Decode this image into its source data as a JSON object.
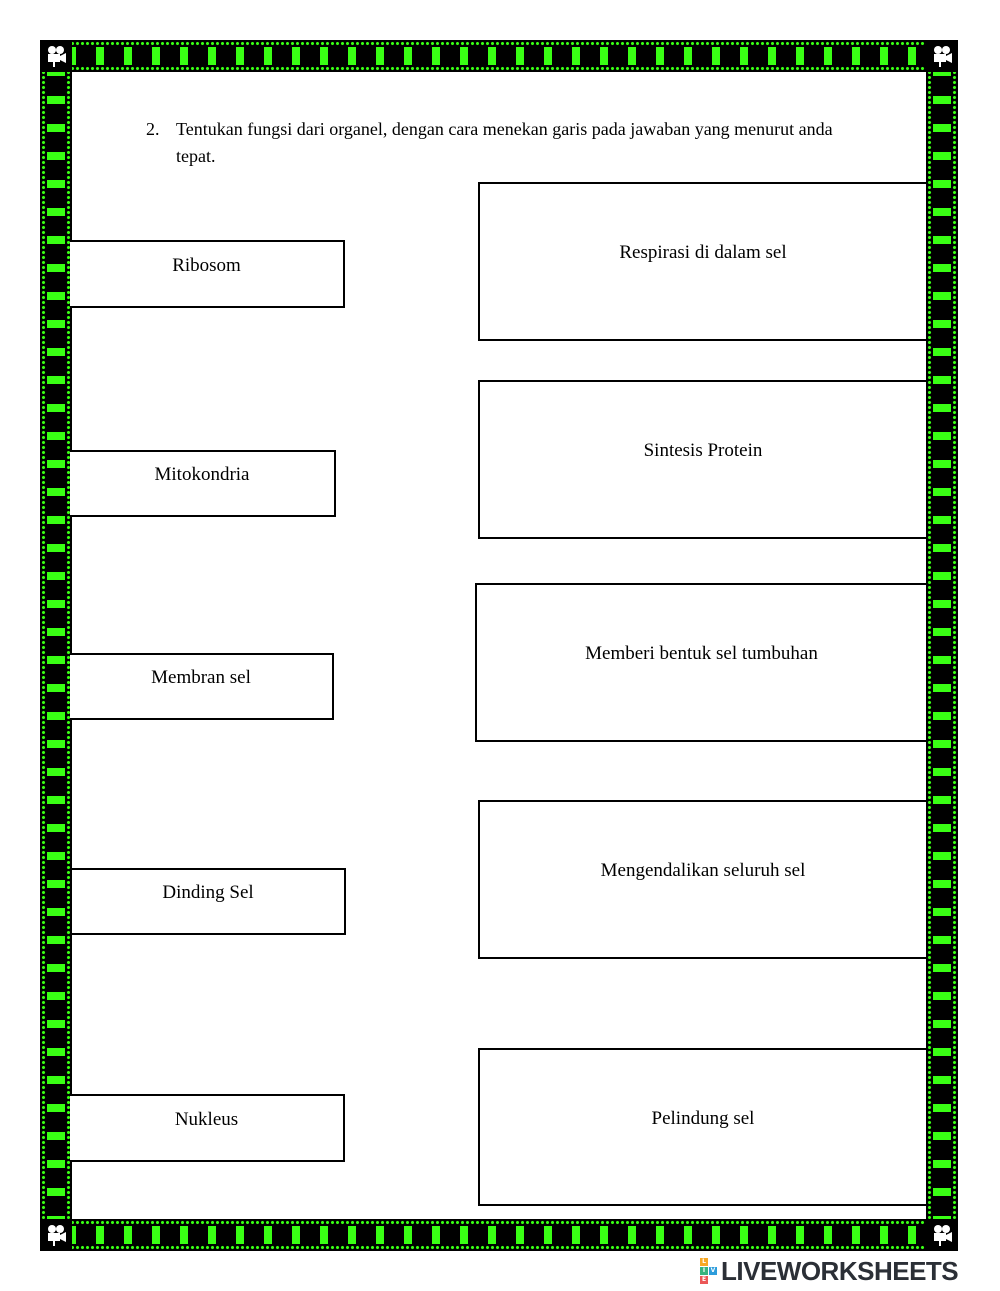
{
  "instruction": {
    "number": "2.",
    "text": "Tentukan fungsi dari organel, dengan cara menekan garis pada jawaban yang menurut anda tepat."
  },
  "organelles": [
    {
      "label": "Ribosom"
    },
    {
      "label": "Mitokondria"
    },
    {
      "label": "Membran sel"
    },
    {
      "label": "Dinding Sel"
    },
    {
      "label": "Nukleus"
    }
  ],
  "functions": [
    {
      "label": "Respirasi di dalam sel"
    },
    {
      "label": "Sintesis Protein"
    },
    {
      "label": "Memberi bentuk sel tumbuhan"
    },
    {
      "label": "Mengendalikan seluruh sel"
    },
    {
      "label": "Pelindung sel"
    }
  ],
  "footer": {
    "brand": "LIVEWORKSHEETS",
    "mark_letters": [
      "L",
      "I",
      "V",
      "E"
    ]
  },
  "colors": {
    "border_green": "#39ff14",
    "border_black": "#000000"
  },
  "icons": {
    "corner": "film-camera-icon"
  }
}
